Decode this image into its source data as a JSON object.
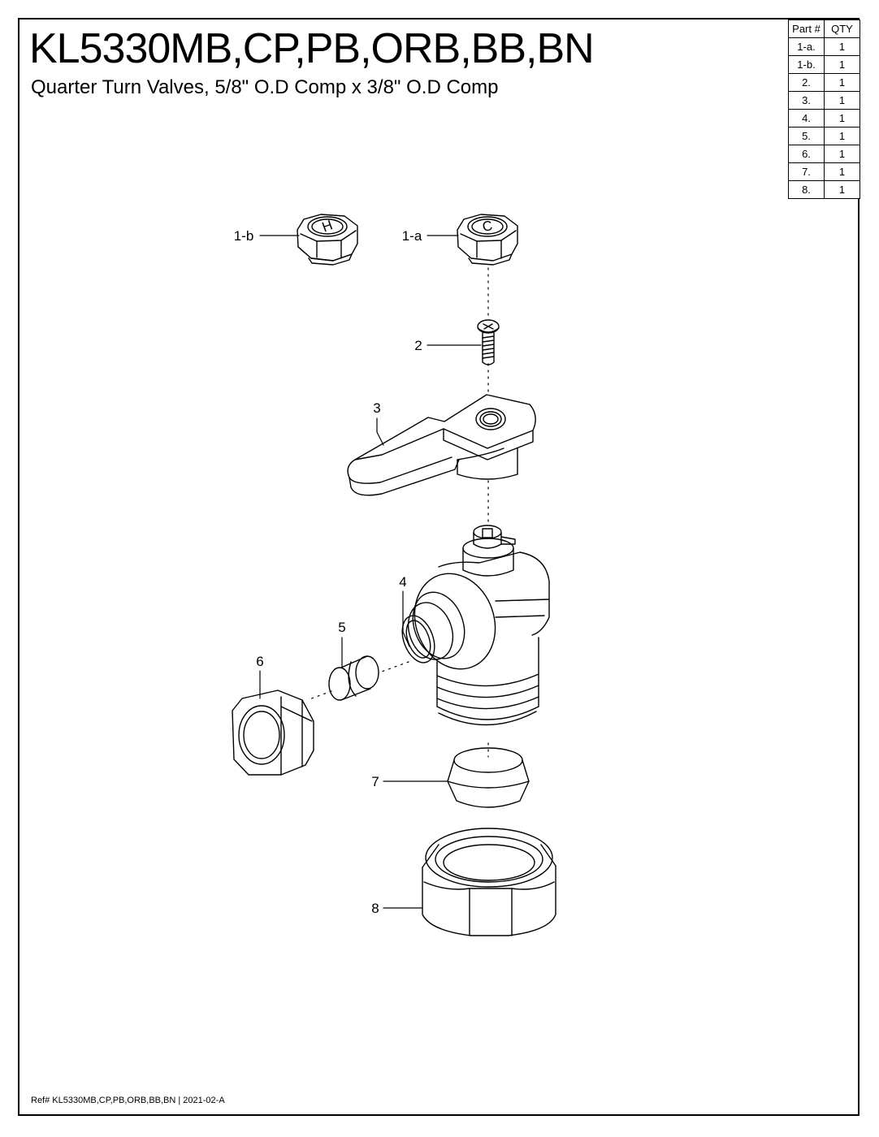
{
  "title": "KL5330MB,CP,PB,ORB,BB,BN",
  "subtitle": "Quarter Turn Valves, 5/8\" O.D Comp x 3/8\" O.D Comp",
  "footer": "Ref# KL5330MB,CP,PB,ORB,BB,BN | 2021-02-A",
  "parts_table": {
    "headers": [
      "Part #",
      "QTY"
    ],
    "rows": [
      [
        "1-a.",
        "1"
      ],
      [
        "1-b.",
        "1"
      ],
      [
        "2.",
        "1"
      ],
      [
        "3.",
        "1"
      ],
      [
        "4.",
        "1"
      ],
      [
        "5.",
        "1"
      ],
      [
        "6.",
        "1"
      ],
      [
        "7.",
        "1"
      ],
      [
        "8.",
        "1"
      ]
    ]
  },
  "callouts": {
    "c1b": "1-b",
    "c1a": "1-a",
    "c2": "2",
    "c3": "3",
    "c4": "4",
    "c5": "5",
    "c6": "6",
    "c7": "7",
    "c8": "8"
  },
  "cap_letters": {
    "hot": "H",
    "cold": "C"
  }
}
